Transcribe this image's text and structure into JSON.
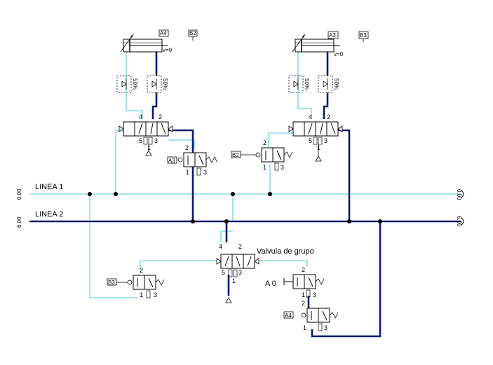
{
  "lines": {
    "linea1": {
      "label": "LINEA 1",
      "left_value": "0.00",
      "right_value": "0.00"
    },
    "linea2": {
      "label": "LINEA 2",
      "left_value": "6.00",
      "right_value": "6.00"
    }
  },
  "cylinders": {
    "left": {
      "tag": "A4",
      "sensor": "B2",
      "state": "v=0"
    },
    "right": {
      "tag": "A3",
      "sensor": "B3",
      "state": "v=0"
    }
  },
  "flow_controls": {
    "left_a": "50%",
    "left_b": "50%",
    "right_a": "50%",
    "right_b": "50%"
  },
  "valves": {
    "main_left": {
      "p4": "4",
      "p2": "2",
      "p5": "5",
      "p1": "1",
      "p3": "3"
    },
    "main_right": {
      "p4": "4",
      "p2": "2",
      "p5": "5",
      "p1": "1",
      "p3": "3"
    },
    "sensor_a3": {
      "tag": "A3",
      "p2": "2",
      "p1": "1",
      "p3": "3"
    },
    "sensor_b2": {
      "tag": "B2",
      "p2": "2",
      "p1": "1",
      "p3": "3"
    },
    "group": {
      "label": "Valvula de grupo",
      "p4": "4",
      "p2": "2",
      "p5": "5",
      "p1": "1",
      "p3": "3"
    },
    "sensor_b3": {
      "tag": "B3",
      "p2": "2",
      "p1": "1",
      "p3": "3"
    },
    "start_a0": {
      "tag": "A 0",
      "p2": "2",
      "p1": "1",
      "p3": "3"
    },
    "sensor_a4": {
      "tag": "A4",
      "p2": "2",
      "p1": "1",
      "p3": "3"
    }
  },
  "colors": {
    "pressure_line": "#0b1a6b",
    "signal_line": "#6fd3e8",
    "symbol": "#000000"
  }
}
